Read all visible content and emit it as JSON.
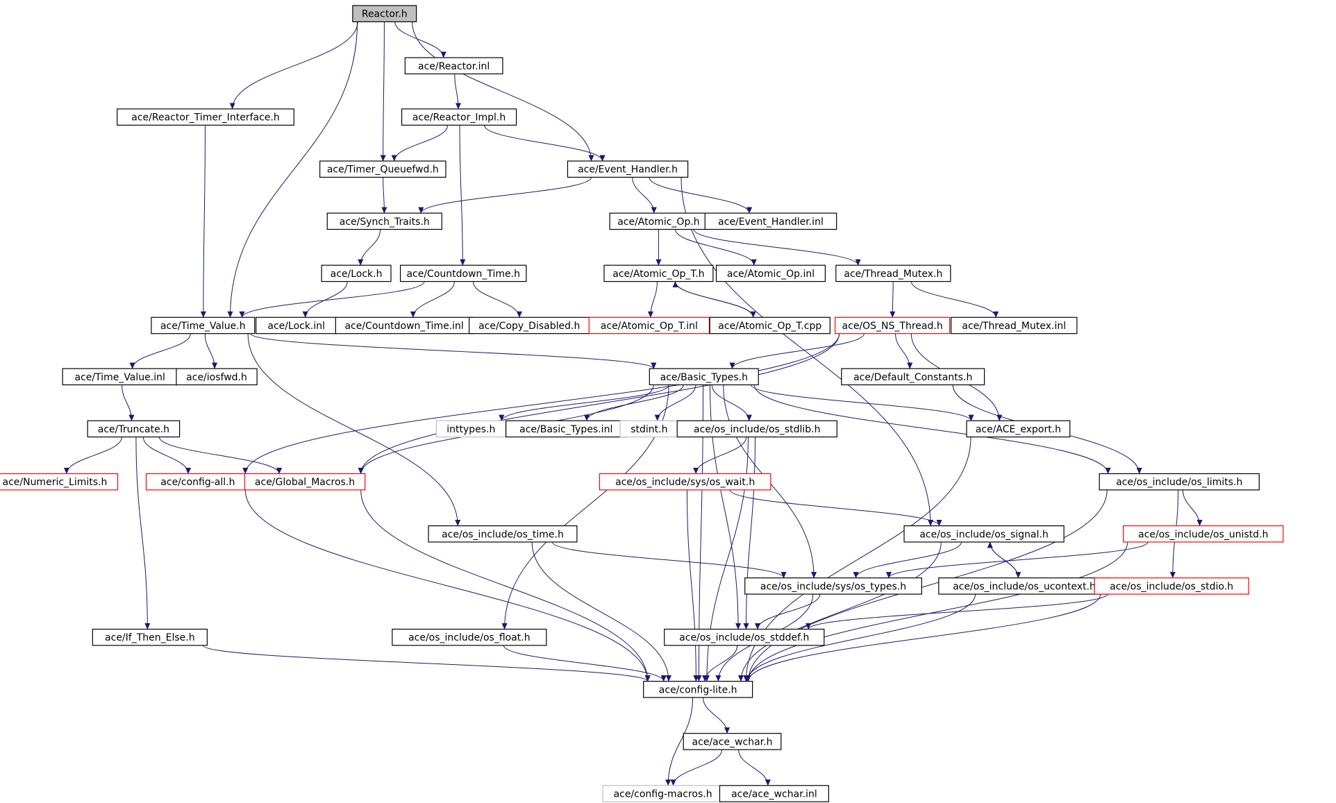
{
  "colors": {
    "edge": "#191970",
    "border_normal": "#000000",
    "border_truncated": "#ff0000",
    "border_external": "#bfbfbf",
    "root_fill": "#bfbfbf",
    "fill": "#ffffff",
    "text": "#000000"
  },
  "nodes": [
    {
      "id": "reactor_h",
      "label": "Reactor.h",
      "kind": "root"
    },
    {
      "id": "reactor_inl",
      "label": "ace/Reactor.inl",
      "kind": "normal"
    },
    {
      "id": "reactor_timer_interface",
      "label": "ace/Reactor_Timer_Interface.h",
      "kind": "normal"
    },
    {
      "id": "reactor_impl",
      "label": "ace/Reactor_Impl.h",
      "kind": "normal"
    },
    {
      "id": "timer_queuefwd",
      "label": "ace/Timer_Queuefwd.h",
      "kind": "normal"
    },
    {
      "id": "event_handler",
      "label": "ace/Event_Handler.h",
      "kind": "normal"
    },
    {
      "id": "synch_traits",
      "label": "ace/Synch_Traits.h",
      "kind": "normal"
    },
    {
      "id": "atomic_op",
      "label": "ace/Atomic_Op.h",
      "kind": "normal"
    },
    {
      "id": "event_handler_inl",
      "label": "ace/Event_Handler.inl",
      "kind": "normal"
    },
    {
      "id": "lock_h",
      "label": "ace/Lock.h",
      "kind": "normal"
    },
    {
      "id": "countdown_time",
      "label": "ace/Countdown_Time.h",
      "kind": "normal"
    },
    {
      "id": "atomic_op_t",
      "label": "ace/Atomic_Op_T.h",
      "kind": "normal"
    },
    {
      "id": "atomic_op_inl",
      "label": "ace/Atomic_Op.inl",
      "kind": "normal"
    },
    {
      "id": "thread_mutex",
      "label": "ace/Thread_Mutex.h",
      "kind": "normal"
    },
    {
      "id": "time_value",
      "label": "ace/Time_Value.h",
      "kind": "normal"
    },
    {
      "id": "lock_inl",
      "label": "ace/Lock.inl",
      "kind": "normal"
    },
    {
      "id": "countdown_time_inl",
      "label": "ace/Countdown_Time.inl",
      "kind": "normal"
    },
    {
      "id": "copy_disabled",
      "label": "ace/Copy_Disabled.h",
      "kind": "normal"
    },
    {
      "id": "atomic_op_t_inl",
      "label": "ace/Atomic_Op_T.inl",
      "kind": "truncated"
    },
    {
      "id": "atomic_op_t_cpp",
      "label": "ace/Atomic_Op_T.cpp",
      "kind": "normal"
    },
    {
      "id": "os_ns_thread",
      "label": "ace/OS_NS_Thread.h",
      "kind": "truncated"
    },
    {
      "id": "thread_mutex_inl",
      "label": "ace/Thread_Mutex.inl",
      "kind": "normal"
    },
    {
      "id": "time_value_inl",
      "label": "ace/Time_Value.inl",
      "kind": "normal"
    },
    {
      "id": "iosfwd",
      "label": "ace/iosfwd.h",
      "kind": "normal"
    },
    {
      "id": "basic_types",
      "label": "ace/Basic_Types.h",
      "kind": "normal"
    },
    {
      "id": "default_constants",
      "label": "ace/Default_Constants.h",
      "kind": "normal"
    },
    {
      "id": "truncate",
      "label": "ace/Truncate.h",
      "kind": "normal"
    },
    {
      "id": "inttypes",
      "label": "inttypes.h",
      "kind": "external"
    },
    {
      "id": "basic_types_inl",
      "label": "ace/Basic_Types.inl",
      "kind": "normal"
    },
    {
      "id": "stdint",
      "label": "stdint.h",
      "kind": "external"
    },
    {
      "id": "os_stdlib",
      "label": "ace/os_include/os_stdlib.h",
      "kind": "normal"
    },
    {
      "id": "ace_export",
      "label": "ace/ACE_export.h",
      "kind": "normal"
    },
    {
      "id": "numeric_limits",
      "label": "ace/Numeric_Limits.h",
      "kind": "truncated"
    },
    {
      "id": "config_all",
      "label": "ace/config-all.h",
      "kind": "truncated"
    },
    {
      "id": "global_macros",
      "label": "ace/Global_Macros.h",
      "kind": "truncated"
    },
    {
      "id": "os_wait",
      "label": "ace/os_include/sys/os_wait.h",
      "kind": "truncated"
    },
    {
      "id": "os_limits",
      "label": "ace/os_include/os_limits.h",
      "kind": "normal"
    },
    {
      "id": "os_time",
      "label": "ace/os_include/os_time.h",
      "kind": "normal"
    },
    {
      "id": "os_signal",
      "label": "ace/os_include/os_signal.h",
      "kind": "normal"
    },
    {
      "id": "os_unistd",
      "label": "ace/os_include/os_unistd.h",
      "kind": "truncated"
    },
    {
      "id": "os_types",
      "label": "ace/os_include/sys/os_types.h",
      "kind": "normal"
    },
    {
      "id": "os_ucontext",
      "label": "ace/os_include/os_ucontext.h",
      "kind": "normal"
    },
    {
      "id": "os_stdio",
      "label": "ace/os_include/os_stdio.h",
      "kind": "truncated"
    },
    {
      "id": "if_then_else",
      "label": "ace/If_Then_Else.h",
      "kind": "normal"
    },
    {
      "id": "os_float",
      "label": "ace/os_include/os_float.h",
      "kind": "normal"
    },
    {
      "id": "os_stddef",
      "label": "ace/os_include/os_stddef.h",
      "kind": "normal"
    },
    {
      "id": "config_lite",
      "label": "ace/config-lite.h",
      "kind": "normal"
    },
    {
      "id": "ace_wchar",
      "label": "ace/ace_wchar.h",
      "kind": "normal"
    },
    {
      "id": "config_macros",
      "label": "ace/config-macros.h",
      "kind": "external"
    },
    {
      "id": "ace_wchar_inl",
      "label": "ace/ace_wchar.inl",
      "kind": "normal"
    }
  ],
  "edges": [
    [
      "reactor_h",
      "reactor_timer_interface"
    ],
    [
      "reactor_h",
      "time_value"
    ],
    [
      "reactor_h",
      "timer_queuefwd"
    ],
    [
      "reactor_h",
      "reactor_inl"
    ],
    [
      "reactor_h",
      "event_handler"
    ],
    [
      "reactor_inl",
      "reactor_impl"
    ],
    [
      "reactor_timer_interface",
      "time_value"
    ],
    [
      "reactor_impl",
      "timer_queuefwd"
    ],
    [
      "reactor_impl",
      "event_handler"
    ],
    [
      "reactor_impl",
      "countdown_time"
    ],
    [
      "timer_queuefwd",
      "synch_traits"
    ],
    [
      "event_handler",
      "synch_traits"
    ],
    [
      "event_handler",
      "atomic_op"
    ],
    [
      "event_handler",
      "event_handler_inl"
    ],
    [
      "event_handler",
      "os_signal"
    ],
    [
      "synch_traits",
      "lock_h"
    ],
    [
      "lock_h",
      "lock_inl"
    ],
    [
      "countdown_time",
      "time_value"
    ],
    [
      "countdown_time",
      "countdown_time_inl"
    ],
    [
      "countdown_time",
      "copy_disabled"
    ],
    [
      "atomic_op",
      "atomic_op_t"
    ],
    [
      "atomic_op",
      "atomic_op_inl"
    ],
    [
      "atomic_op",
      "thread_mutex"
    ],
    [
      "atomic_op_t",
      "atomic_op_t_inl"
    ],
    [
      "atomic_op_t",
      "atomic_op_t_cpp"
    ],
    [
      "atomic_op_t_cpp",
      "atomic_op_t"
    ],
    [
      "thread_mutex",
      "os_ns_thread"
    ],
    [
      "thread_mutex",
      "thread_mutex_inl"
    ],
    [
      "os_ns_thread",
      "config_all"
    ],
    [
      "os_ns_thread",
      "global_macros"
    ],
    [
      "os_ns_thread",
      "basic_types"
    ],
    [
      "os_ns_thread",
      "default_constants"
    ],
    [
      "os_ns_thread",
      "ace_export"
    ],
    [
      "time_value",
      "time_value_inl"
    ],
    [
      "time_value",
      "iosfwd"
    ],
    [
      "time_value",
      "basic_types"
    ],
    [
      "time_value",
      "os_time"
    ],
    [
      "time_value_inl",
      "truncate"
    ],
    [
      "truncate",
      "numeric_limits"
    ],
    [
      "truncate",
      "config_all"
    ],
    [
      "truncate",
      "global_macros"
    ],
    [
      "truncate",
      "if_then_else"
    ],
    [
      "basic_types",
      "inttypes"
    ],
    [
      "basic_types",
      "basic_types_inl"
    ],
    [
      "basic_types",
      "stdint"
    ],
    [
      "basic_types",
      "os_stdlib"
    ],
    [
      "basic_types",
      "ace_export"
    ],
    [
      "basic_types",
      "os_limits"
    ],
    [
      "basic_types",
      "os_types"
    ],
    [
      "basic_types",
      "os_stddef"
    ],
    [
      "basic_types",
      "os_float"
    ],
    [
      "basic_types",
      "config_lite"
    ],
    [
      "basic_types",
      "global_macros"
    ],
    [
      "default_constants",
      "os_limits"
    ],
    [
      "os_stdlib",
      "os_wait"
    ],
    [
      "os_stdlib",
      "os_stddef"
    ],
    [
      "os_stdlib",
      "config_lite"
    ],
    [
      "os_wait",
      "os_signal"
    ],
    [
      "os_wait",
      "config_lite"
    ],
    [
      "os_limits",
      "os_unistd"
    ],
    [
      "os_limits",
      "os_stdio"
    ],
    [
      "os_limits",
      "config_lite"
    ],
    [
      "os_time",
      "os_types"
    ],
    [
      "os_time",
      "config_lite"
    ],
    [
      "os_signal",
      "os_types"
    ],
    [
      "os_signal",
      "os_ucontext"
    ],
    [
      "os_signal",
      "config_lite"
    ],
    [
      "os_ucontext",
      "os_signal"
    ],
    [
      "os_unistd",
      "os_types"
    ],
    [
      "os_unistd",
      "config_lite"
    ],
    [
      "os_types",
      "os_stddef"
    ],
    [
      "os_types",
      "config_lite"
    ],
    [
      "os_ucontext",
      "config_lite"
    ],
    [
      "os_stdio",
      "os_stddef"
    ],
    [
      "os_stdio",
      "config_lite"
    ],
    [
      "ace_export",
      "config_lite"
    ],
    [
      "config_all",
      "config_lite"
    ],
    [
      "global_macros",
      "config_lite"
    ],
    [
      "if_then_else",
      "config_lite"
    ],
    [
      "os_float",
      "config_lite"
    ],
    [
      "os_stddef",
      "config_lite"
    ],
    [
      "config_lite",
      "ace_wchar"
    ],
    [
      "config_lite",
      "config_macros"
    ],
    [
      "ace_wchar",
      "config_macros"
    ],
    [
      "ace_wchar",
      "ace_wchar_inl"
    ]
  ]
}
